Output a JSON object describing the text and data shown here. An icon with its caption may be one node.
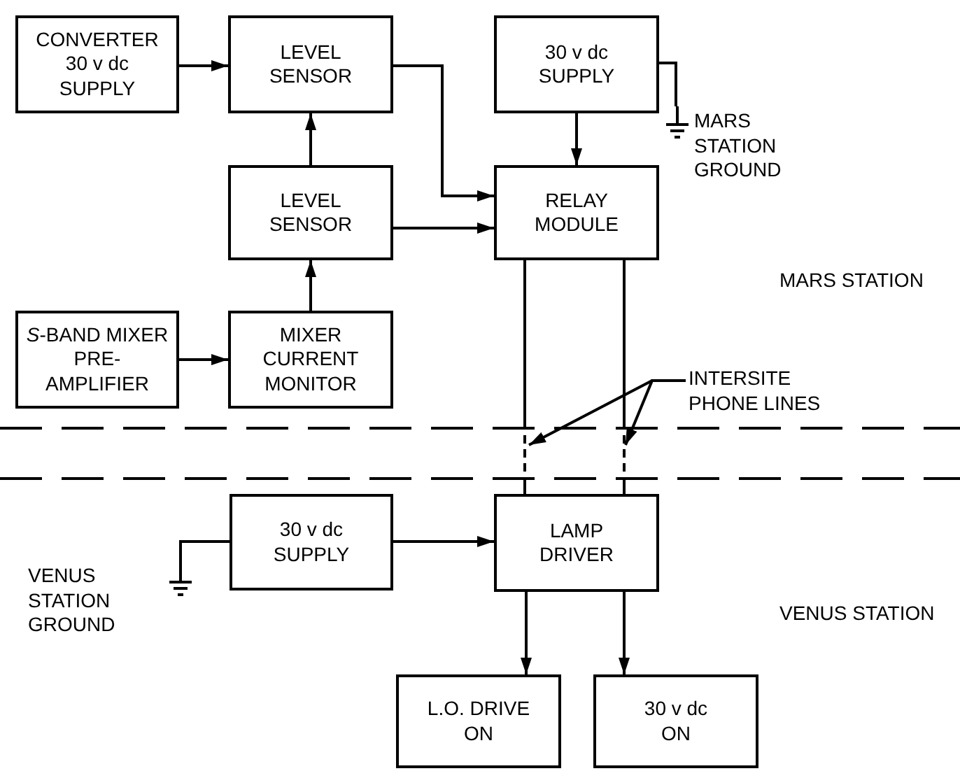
{
  "diagram": {
    "nodes": [
      {
        "text": [
          "CONVERTER 30 v dc SUPPLY"
        ]
      },
      {
        "text": [
          "LEVEL SENSOR"
        ]
      },
      {
        "text": [
          "30 v dc SUPPLY"
        ]
      },
      {
        "text": [
          "MARS STATION GROUND"
        ]
      },
      {
        "text": [
          "LEVEL SENSOR"
        ]
      },
      {
        "text": [
          "RELAY MODULE"
        ]
      },
      {
        "text": [
          "*S*-BAND MIXER PRE-AMPLIFIER"
        ]
      },
      {
        "text": [
          "MIXER CURRENT MONITOR"
        ]
      },
      {
        "text": [
          "INTERSITE PHONE LINES"
        ]
      },
      {
        "text": [
          "LAMP DRIVER"
        ]
      },
      {
        "text": [
          "30 v dc SUPPLY"
        ]
      },
      {
        "text": [
          "VENUS STATION GROUND"
        ]
      },
      {
        "text": [
          "L.O. DRIVE ON"
        ]
      },
      {
        "text": [
          "30 v dc ON"
        ]
      }
    ],
    "edges": [
      {
        "from": 0,
        "to": 1,
        "arrow": "to"
      },
      {
        "from": 4,
        "to": 1,
        "arrow": "to"
      },
      {
        "from": 7,
        "to": 4,
        "arrow": "to"
      },
      {
        "from": 6,
        "to": 7,
        "arrow": "to"
      },
      {
        "from": 1,
        "to": 5,
        "arrow": "to"
      },
      {
        "from": 4,
        "to": 5,
        "arrow": "to"
      },
      {
        "from": 2,
        "to": 5,
        "arrow": "to"
      },
      {
        "from": 2,
        "to": 3,
        "arrow": "none"
      },
      {
        "from": 5,
        "to": 9,
        "arrow": "none",
        "style": "dashed"
      },
      {
        "from": 5,
        "to": 9,
        "arrow": "none",
        "style": "dashed"
      },
      {
        "from": 8,
        "to": null,
        "arrow": "to"
      },
      {
        "from": 8,
        "to": null,
        "arrow": "to"
      },
      {
        "from": 10,
        "to": 9,
        "arrow": "to"
      },
      {
        "from": 10,
        "to": 11,
        "arrow": "none"
      },
      {
        "from": 9,
        "to": 12,
        "arrow": "to"
      },
      {
        "from": 9,
        "to": 13,
        "arrow": "to"
      }
    ],
    "labels": [
      "MARS STATION",
      "VENUS STATION"
    ]
  }
}
